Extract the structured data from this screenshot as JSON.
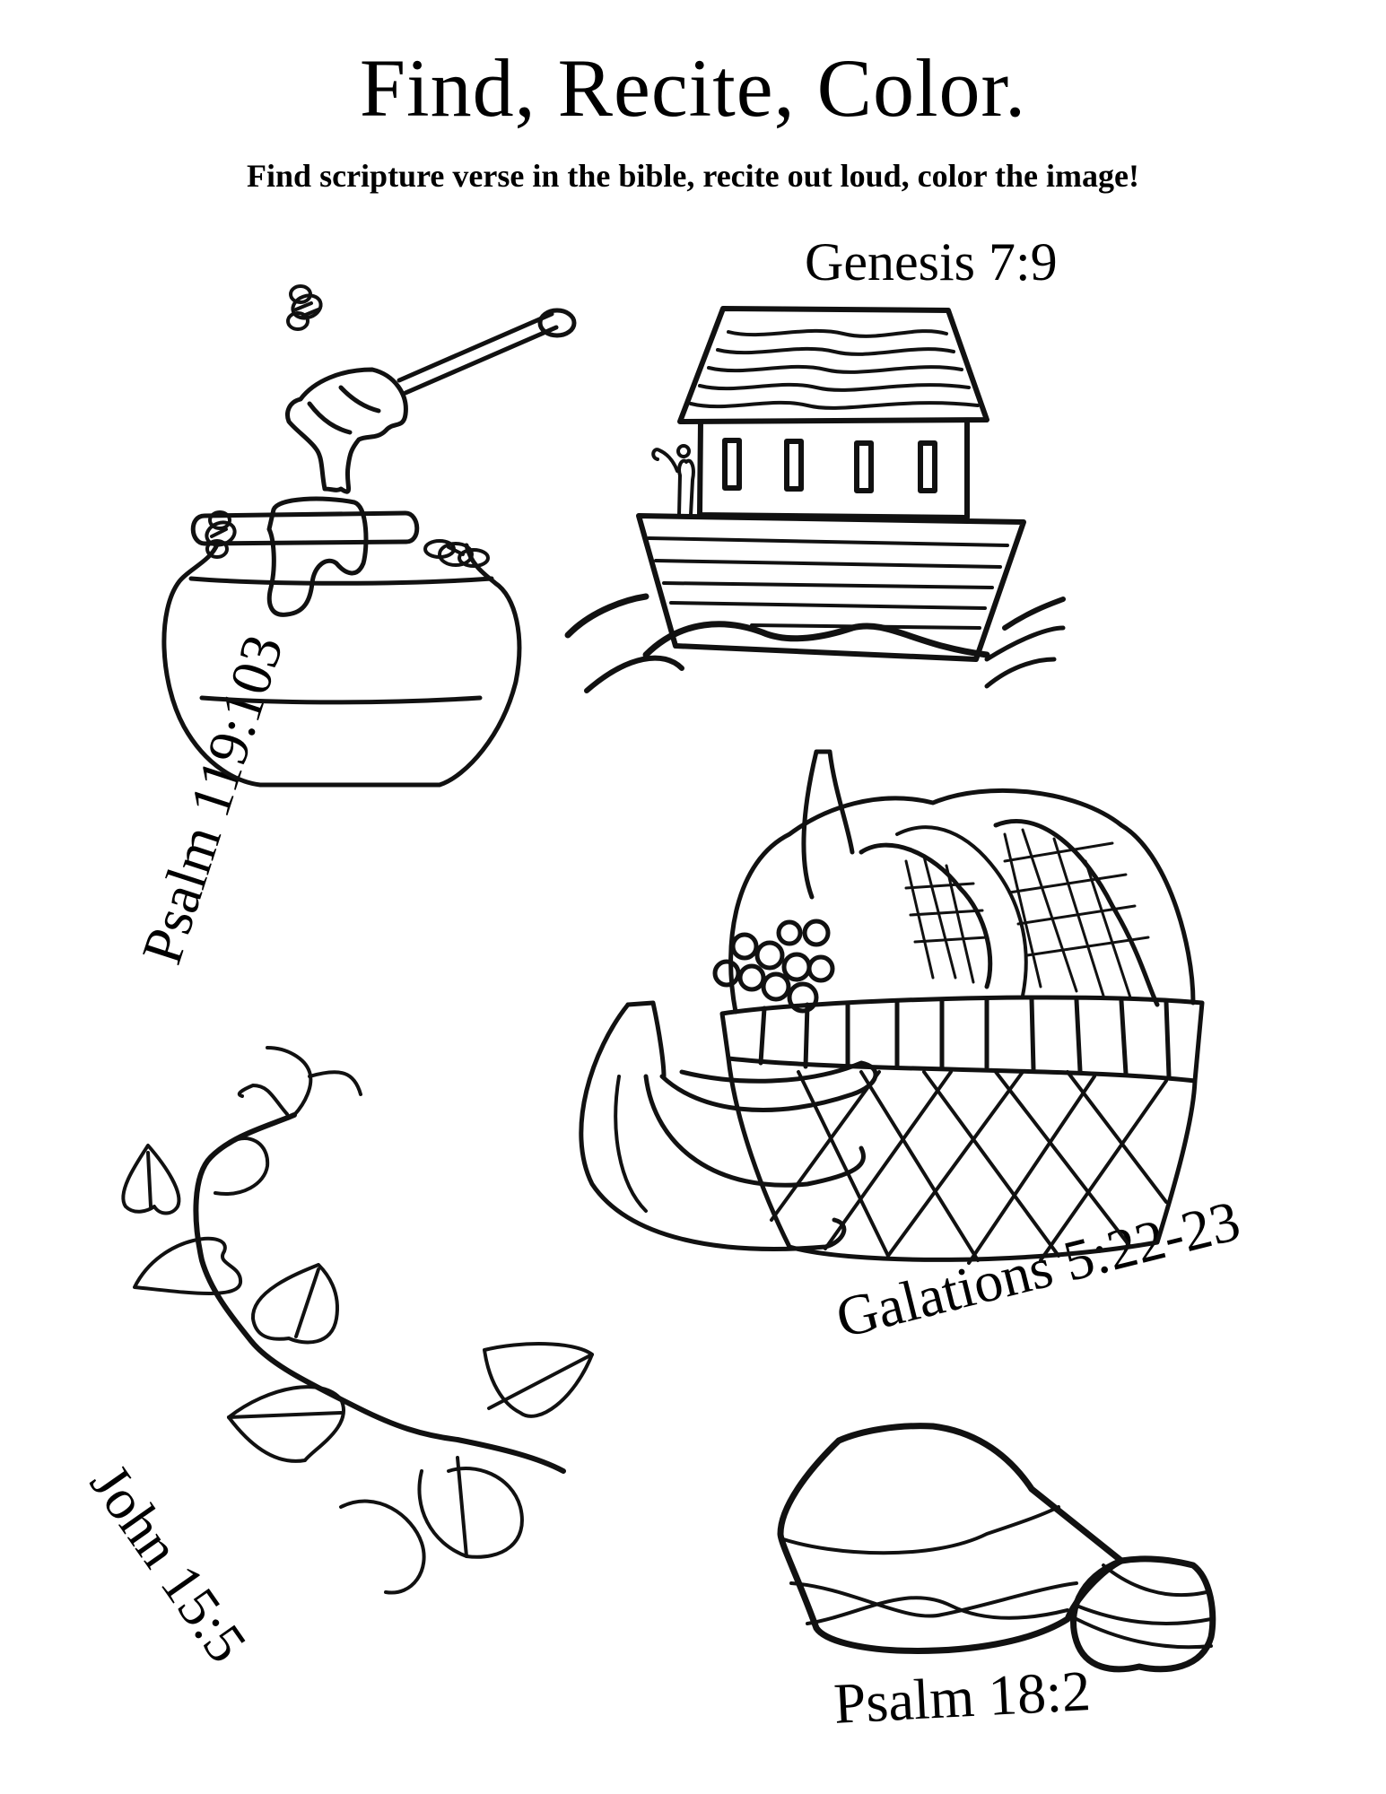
{
  "page": {
    "title": "Find, Recite, Color.",
    "subtitle": "Find scripture verse in the bible, recite out loud, color the image!"
  },
  "illustrations": [
    {
      "id": "honey-pot",
      "label": "Psalm 119:103",
      "description": "honey pot with dipper and bees"
    },
    {
      "id": "noahs-ark",
      "label": "Genesis 7:9",
      "description": "Noah's ark on waves"
    },
    {
      "id": "fruit-basket",
      "label": "Galations 5:22-23",
      "description": "basket of fruit and vegetables with bananas"
    },
    {
      "id": "vine",
      "label": "John 15:5",
      "description": "vine with heart-shaped leaves"
    },
    {
      "id": "rock",
      "label": "Psalm 18:2",
      "description": "large rock with small rock"
    }
  ],
  "colors": {
    "ink": "#000000",
    "background": "#ffffff"
  }
}
